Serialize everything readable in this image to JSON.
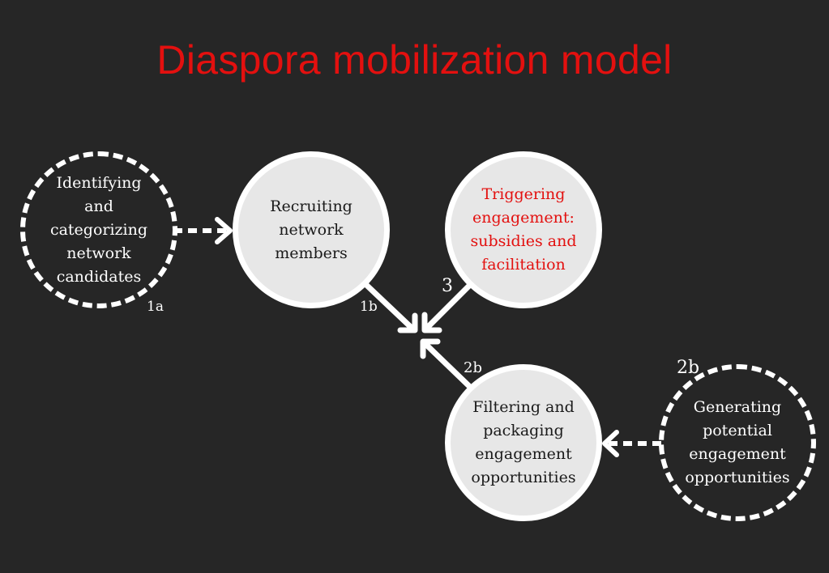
{
  "title": "Diaspora mobilization model",
  "nodes": {
    "identify": {
      "text": "Identifying\nand\ncategorizing\nnetwork\ncandidates",
      "style": "dashed"
    },
    "recruit": {
      "text": "Recruiting\nnetwork\nmembers",
      "style": "solid"
    },
    "trigger": {
      "text": "Triggering\nengagement:\nsubsidies and\nfacilitation",
      "style": "solid",
      "color": "#e3100f"
    },
    "filter": {
      "text": "Filtering and\npackaging\nengagement\nopportunities",
      "style": "solid"
    },
    "generate": {
      "text": "Generating\npotential\nengagement\nopportunities",
      "style": "dashed"
    }
  },
  "tags": {
    "step_1a": "1a",
    "step_1b": "1b",
    "step_3": "3",
    "step_2b_filter": "2b",
    "step_2b_generate": "2b"
  },
  "colors": {
    "background": "#262626",
    "title": "#e3100f",
    "node_fill": "#e7e7e7",
    "stroke": "#ffffff",
    "highlight_text": "#e3100f"
  }
}
